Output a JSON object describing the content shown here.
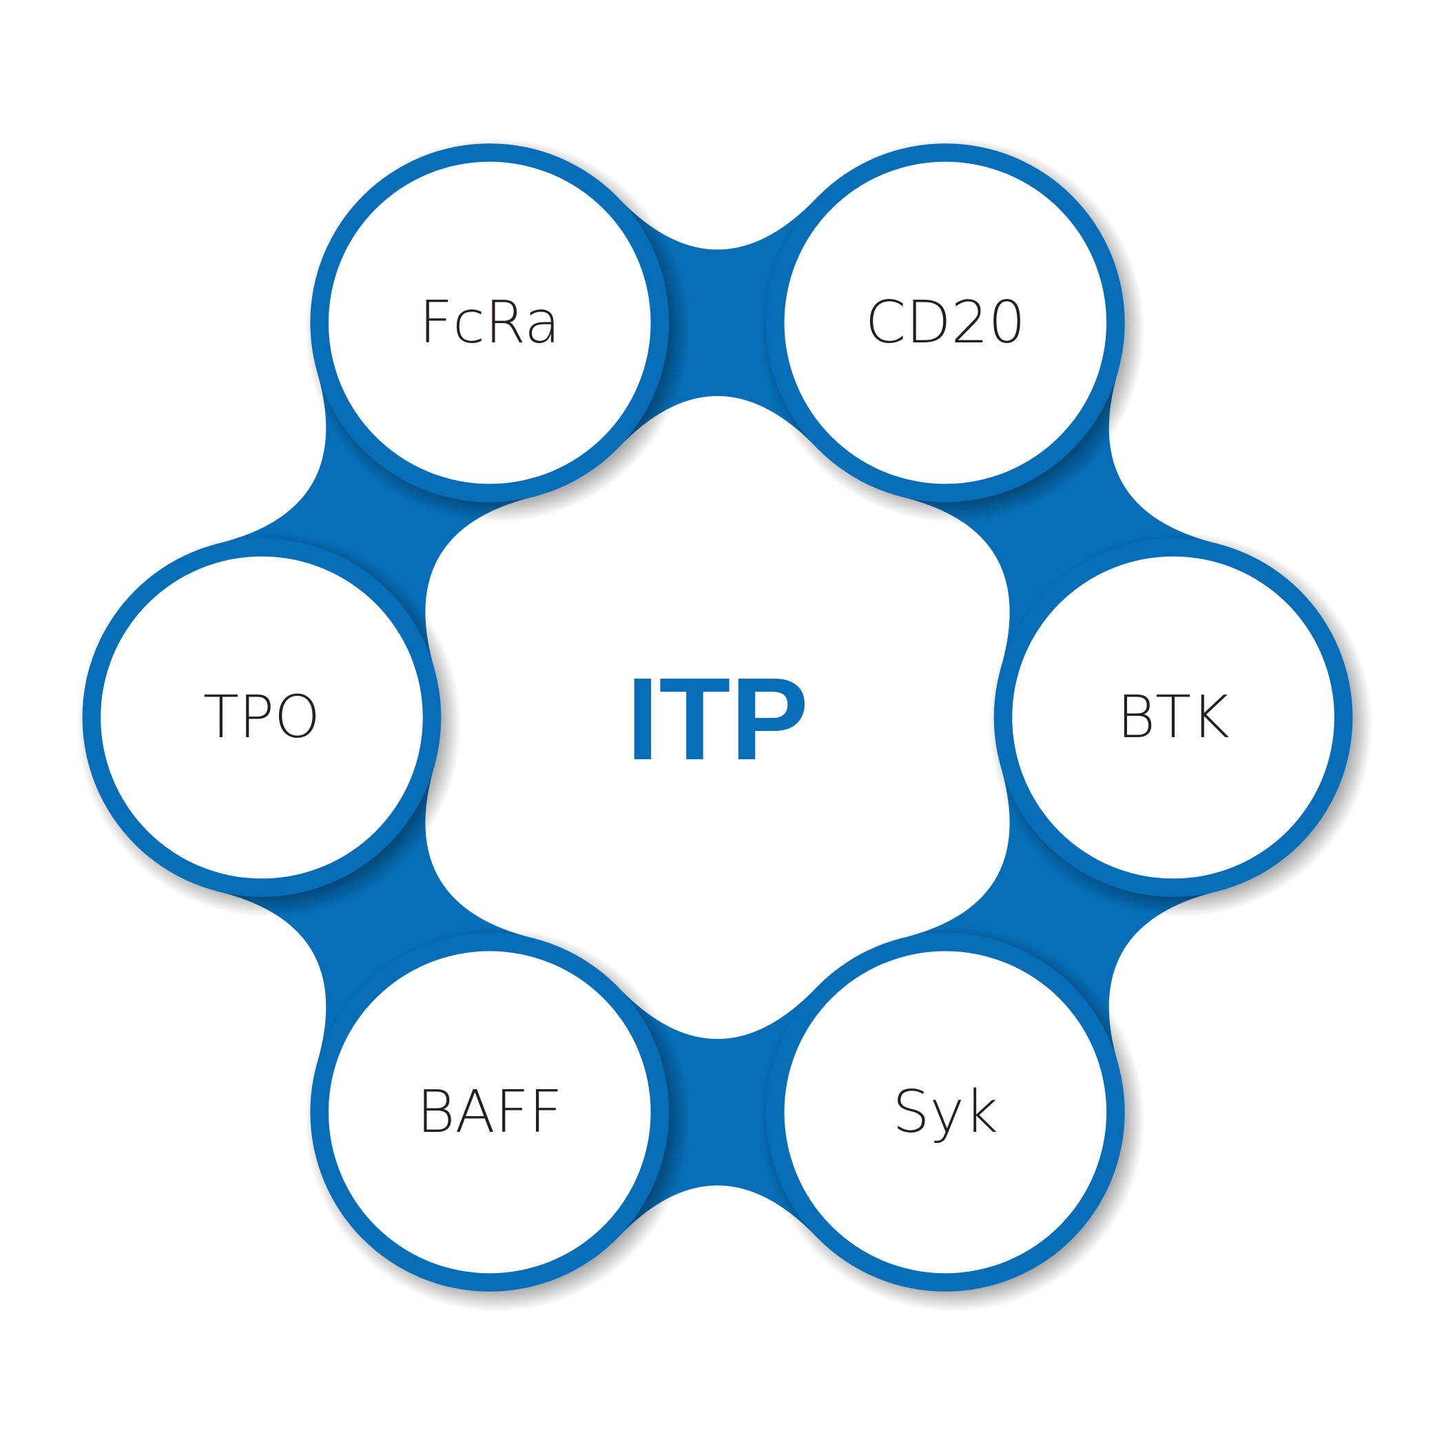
{
  "center": {
    "label": "ITP"
  },
  "colors": {
    "accent": "#066db6",
    "text": "#231f20",
    "fill": "#ffffff"
  },
  "nodes": [
    {
      "label": "FcRa"
    },
    {
      "label": "CD20"
    },
    {
      "label": "BTK"
    },
    {
      "label": "Syk"
    },
    {
      "label": "BAFF"
    },
    {
      "label": "TPO"
    }
  ]
}
